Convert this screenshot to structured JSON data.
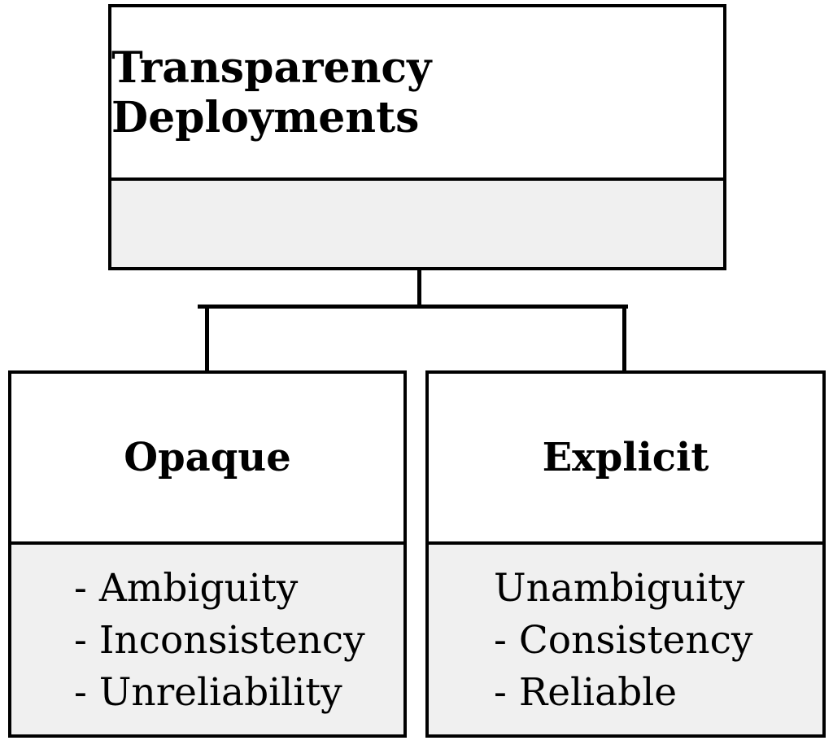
{
  "root": {
    "title": "Transparency Deployments",
    "items": []
  },
  "children": [
    {
      "title": "Opaque",
      "items": [
        "- Ambiguity",
        "- Inconsistency",
        "- Unreliability"
      ]
    },
    {
      "title": "Explicit",
      "items": [
        "Unambiguity",
        "- Consistency",
        "- Reliable"
      ]
    }
  ],
  "colors": {
    "border": "#000000",
    "header_fill": "#ffffff",
    "body_fill": "#f0f0f0"
  }
}
